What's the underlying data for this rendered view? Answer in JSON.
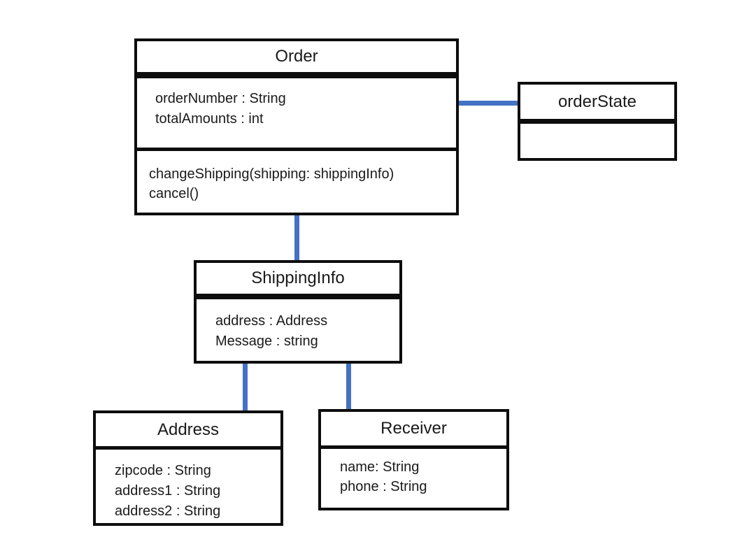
{
  "diagram": {
    "type": "uml-class-diagram",
    "background_color": "#FFFFFF",
    "border_color": "#0D0D0D",
    "connector_color": "#4472C4",
    "classes": [
      {
        "name": "Order",
        "attributes": [
          "orderNumber : String",
          "totalAmounts : int"
        ],
        "methods": [
          "changeShipping(shipping: shippingInfo)",
          "cancel()"
        ]
      },
      {
        "name": "orderState",
        "attributes": [],
        "methods": []
      },
      {
        "name": "ShippingInfo",
        "attributes": [
          "address : Address",
          "Message : string"
        ],
        "methods": []
      },
      {
        "name": "Address",
        "attributes": [
          "zipcode : String",
          "address1 : String",
          "address2 : String"
        ],
        "methods": []
      },
      {
        "name": "Receiver",
        "attributes": [
          "name: String",
          "phone : String"
        ],
        "methods": []
      }
    ],
    "connections": [
      {
        "from": "Order",
        "to": "orderState",
        "orientation": "horizontal"
      },
      {
        "from": "Order",
        "to": "ShippingInfo",
        "orientation": "vertical"
      },
      {
        "from": "ShippingInfo",
        "to": "Address",
        "orientation": "vertical"
      },
      {
        "from": "ShippingInfo",
        "to": "Receiver",
        "orientation": "vertical"
      }
    ]
  }
}
